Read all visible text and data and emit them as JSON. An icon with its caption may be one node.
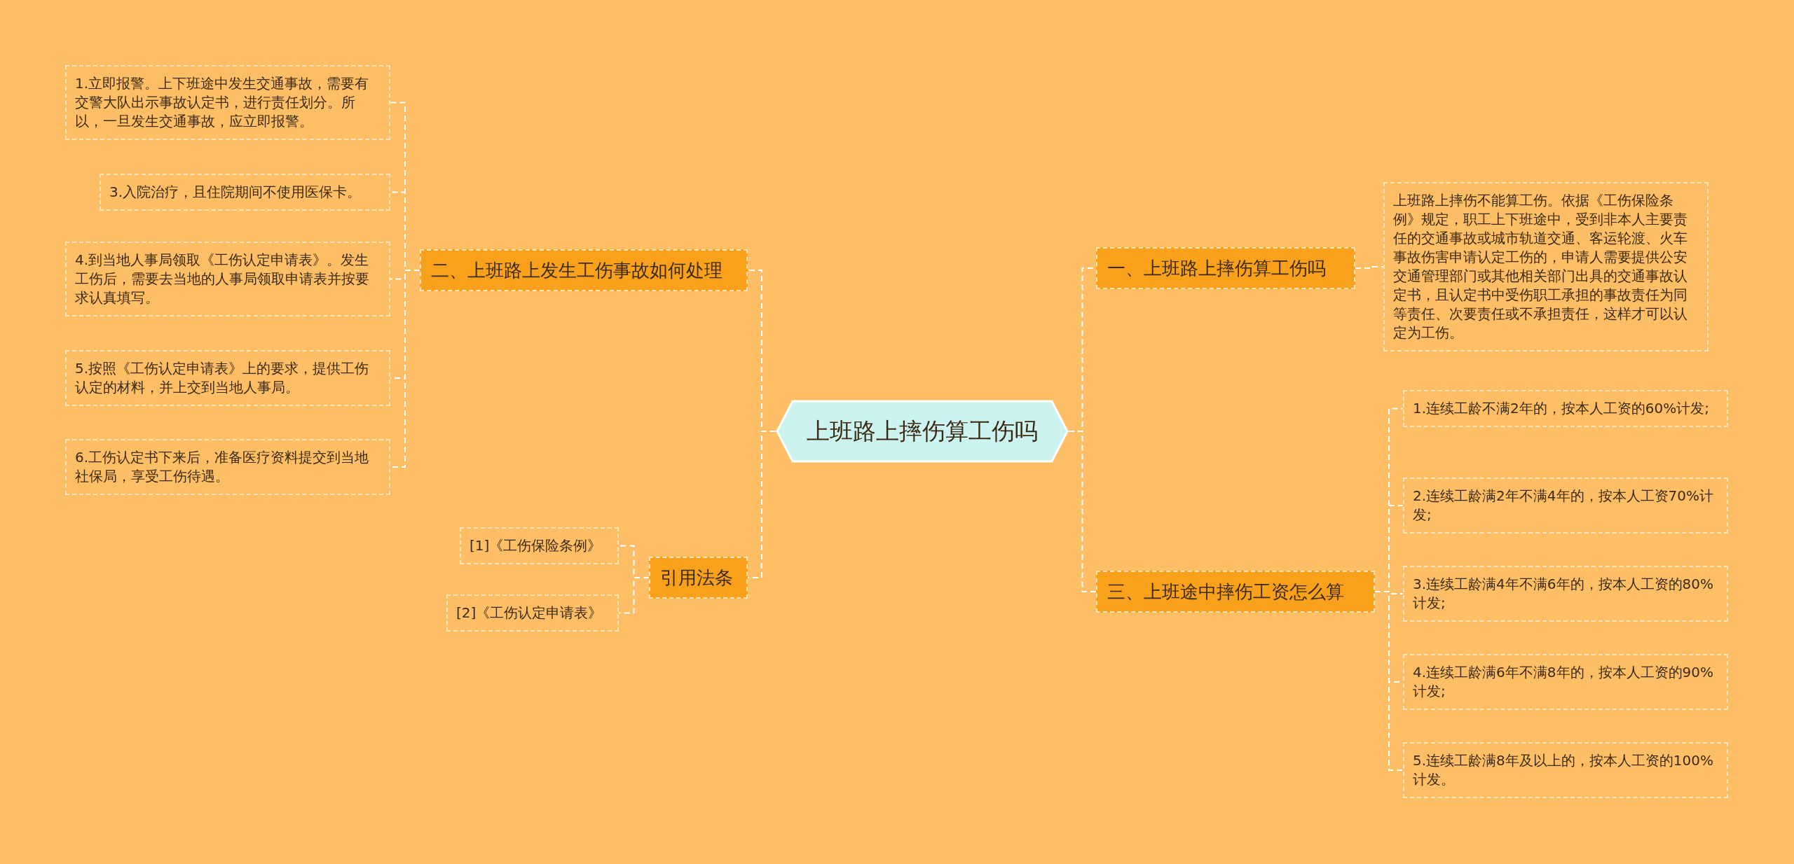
{
  "diagram": {
    "nodes": [
      {
        "text": [
          "上班路上摔伤算工伤吗"
        ]
      },
      {
        "text": [
          "一、上班路上摔伤算工伤吗"
        ]
      },
      {
        "text": [
          "上班路上摔伤不能算工伤。依据《工伤保险条例》规定，职工上下班途中，受到非本人主要责任的交通事故或城市轨道交通、客运轮渡、火车事故伤害申请认定工伤的，申请人需要提供公安交通管理部门或其他相关部门出具的交通事故认定书，且认定书中受伤职工承担的事故责任为同等责任、次要责任或不承担责任，这样才可以认定为工伤。"
        ]
      },
      {
        "text": [
          "三、上班途中摔伤工资怎么算"
        ]
      },
      {
        "text": [
          "1.连续工龄不满2年的，按本人工资的60%计发;"
        ]
      },
      {
        "text": [
          "2.连续工龄满2年不满4年的，按本人工资70%计发;"
        ]
      },
      {
        "text": [
          "3.连续工龄满4年不满6年的，按本人工资的80%计发;"
        ]
      },
      {
        "text": [
          "4.连续工龄满6年不满8年的，按本人工资的90%计发;"
        ]
      },
      {
        "text": [
          "5.连续工龄满8年及以上的，按本人工资的100%计发。"
        ]
      },
      {
        "text": [
          "二、上班路上发生工伤事故如何处理"
        ]
      },
      {
        "text": [
          "1.立即报警。上下班途中发生交通事故，需要有交警大队出示事故认定书，进行责任划分。所以，一旦发生交通事故，应立即报警。"
        ]
      },
      {
        "text": [
          "3.入院治疗，且住院期间不使用医保卡。"
        ]
      },
      {
        "text": [
          "4.到当地人事局领取《工伤认定申请表》。发生工伤后，需要去当地的人事局领取申请表并按要求认真填写。"
        ]
      },
      {
        "text": [
          "5.按照《工伤认定申请表》上的要求，提供工伤认定的材料，并上交到当地人事局。"
        ]
      },
      {
        "text": [
          "6.工伤认定书下来后，准备医疗资料提交到当地社保局，享受工伤待遇。"
        ]
      },
      {
        "text": [
          "引用法条"
        ]
      },
      {
        "text": [
          "[1]《工伤保险条例》"
        ]
      },
      {
        "text": [
          "[2]《工伤认定申请表》"
        ]
      }
    ],
    "edges": [
      {
        "from": 0,
        "to": 1,
        "arrow": "none"
      },
      {
        "from": 1,
        "to": 2,
        "arrow": "none"
      },
      {
        "from": 0,
        "to": 3,
        "arrow": "none"
      },
      {
        "from": 3,
        "to": 4,
        "arrow": "none"
      },
      {
        "from": 3,
        "to": 5,
        "arrow": "none"
      },
      {
        "from": 3,
        "to": 6,
        "arrow": "none"
      },
      {
        "from": 3,
        "to": 7,
        "arrow": "none"
      },
      {
        "from": 3,
        "to": 8,
        "arrow": "none"
      },
      {
        "from": 0,
        "to": 9,
        "arrow": "none"
      },
      {
        "from": 9,
        "to": 10,
        "arrow": "none"
      },
      {
        "from": 9,
        "to": 11,
        "arrow": "none"
      },
      {
        "from": 9,
        "to": 12,
        "arrow": "none"
      },
      {
        "from": 9,
        "to": 13,
        "arrow": "none"
      },
      {
        "from": 9,
        "to": 14,
        "arrow": "none"
      },
      {
        "from": 0,
        "to": 15,
        "arrow": "none"
      },
      {
        "from": 15,
        "to": 16,
        "arrow": "none"
      },
      {
        "from": 15,
        "to": 17,
        "arrow": "none"
      }
    ]
  }
}
